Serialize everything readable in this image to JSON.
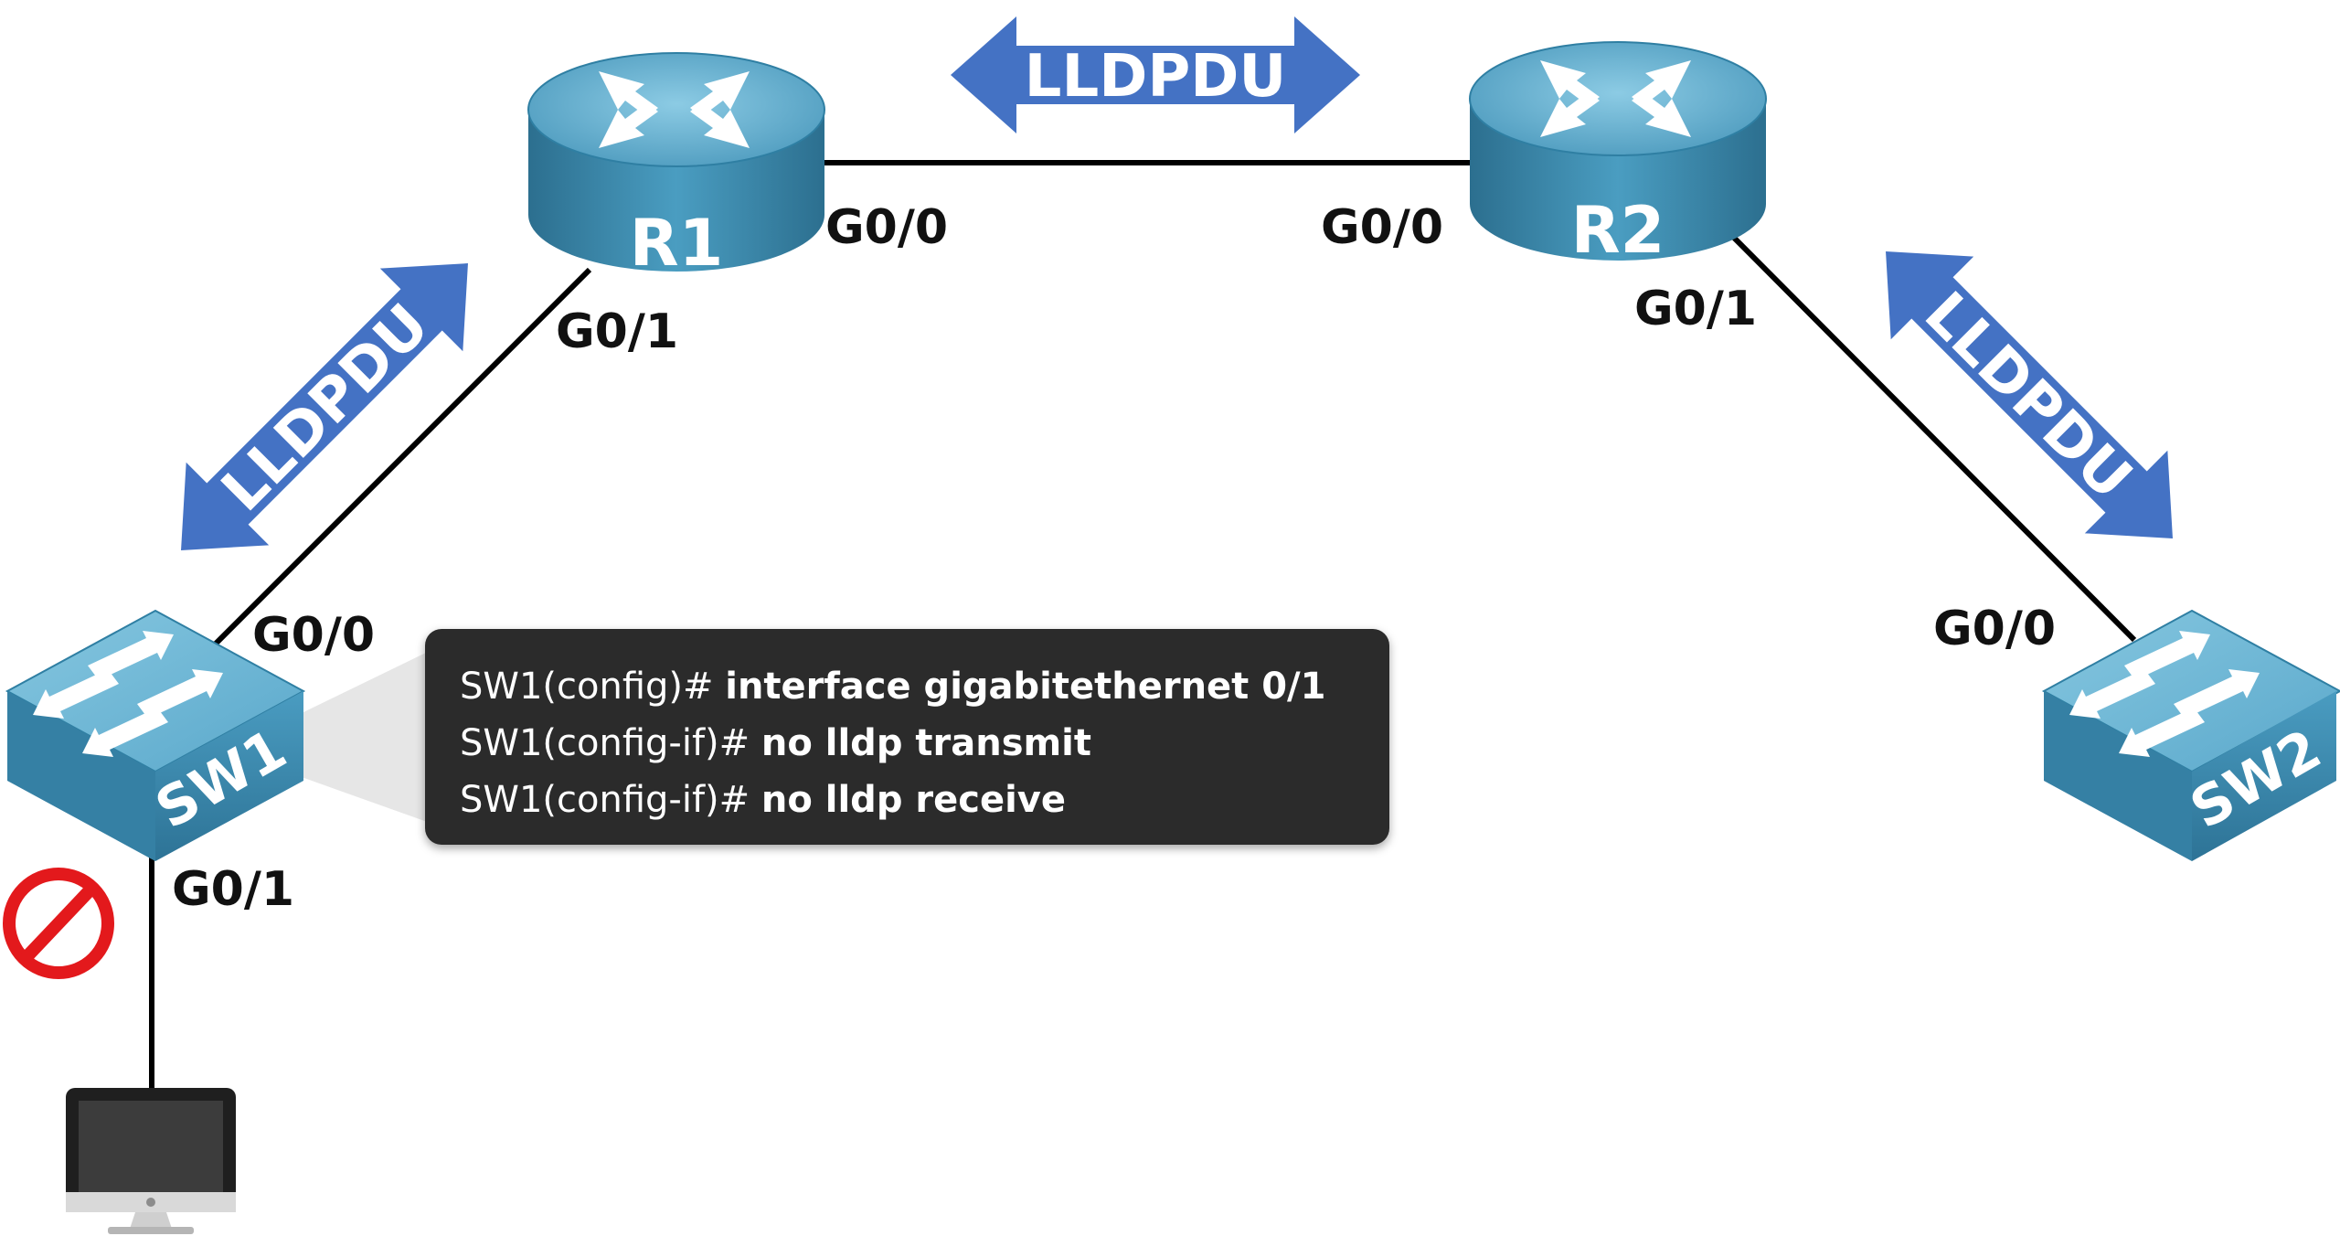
{
  "devices": {
    "r1": {
      "label": "R1"
    },
    "r2": {
      "label": "R2"
    },
    "sw1": {
      "label": "SW1"
    },
    "sw2": {
      "label": "SW2"
    }
  },
  "ports": {
    "r1_g00": "G0/0",
    "r1_g01": "G0/1",
    "r2_g00": "G0/0",
    "r2_g01": "G0/1",
    "sw1_g00": "G0/0",
    "sw1_g01": "G0/1",
    "sw2_g00": "G0/0"
  },
  "pdu_arrows": {
    "top": "LLDPDU",
    "left": "LLDPDU",
    "right": "LLDPDU"
  },
  "cli": {
    "line1": {
      "prompt": "SW1(config)# ",
      "command": "interface gigabitethernet 0/1"
    },
    "line2": {
      "prompt": "SW1(config-if)# ",
      "command": "no lldp transmit"
    },
    "line3": {
      "prompt": "SW1(config-if)# ",
      "command": "no lldp receive"
    }
  },
  "colors": {
    "device_body": "#3b8fb3",
    "device_top": "#62b0d1",
    "arrow_blue": "#4472c4",
    "prohibit_red": "#e3191c",
    "cli_bg": "#2b2b2b"
  },
  "icons": {
    "blocked": "prohibited-icon",
    "host": "computer-icon"
  }
}
